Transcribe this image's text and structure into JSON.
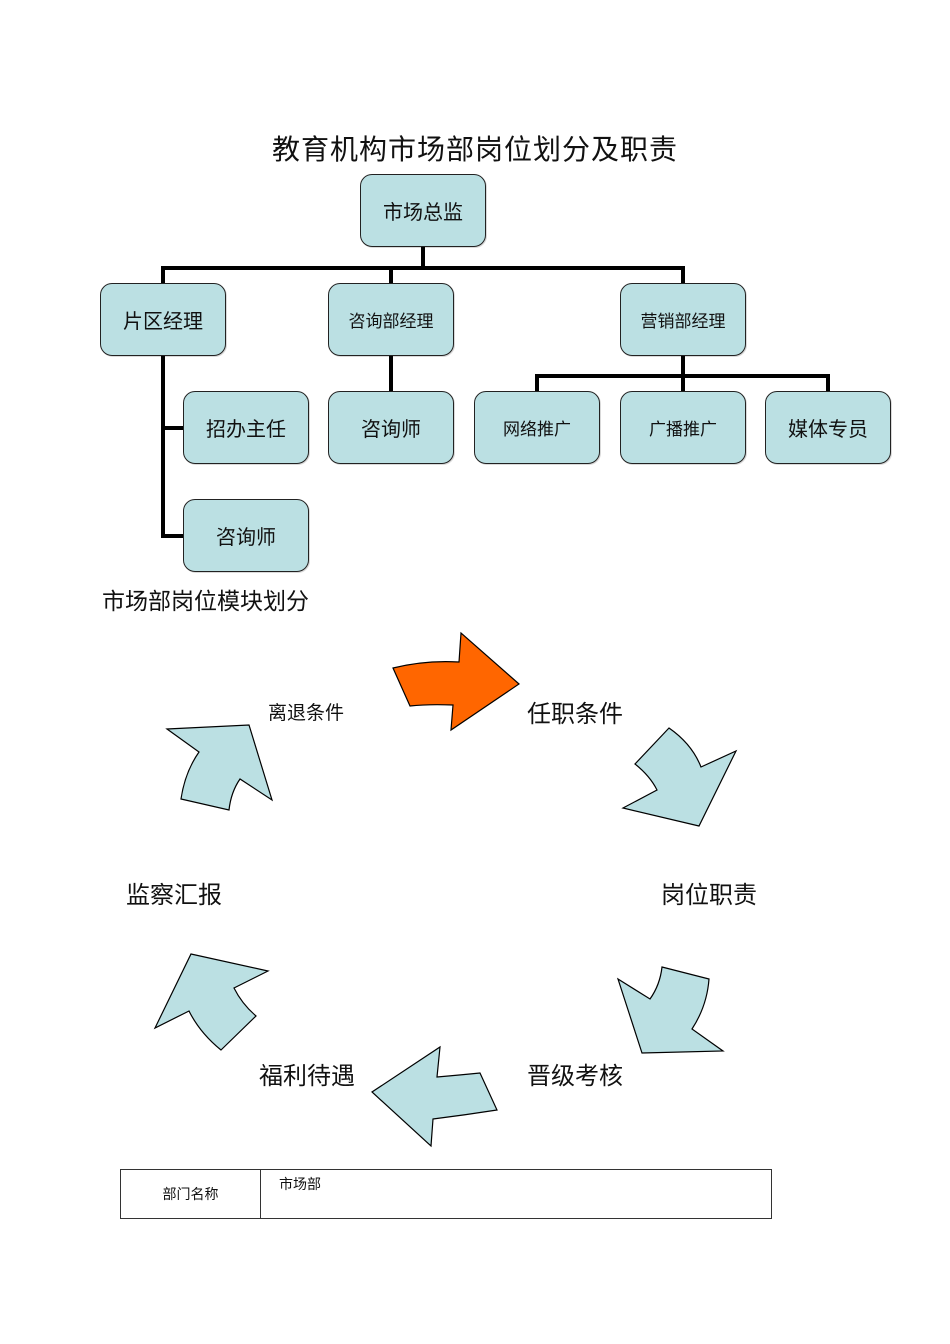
{
  "document": {
    "title": "教育机构市场部岗位划分及职责",
    "org_chart": {
      "root": "市场总监",
      "managers": [
        {
          "label": "片区经理",
          "children": [
            "招办主任",
            "咨询师"
          ]
        },
        {
          "label": "咨询部经理",
          "children": [
            "咨询师"
          ]
        },
        {
          "label": "营销部经理",
          "children": [
            "网络推广",
            "广播推广",
            "媒体专员"
          ]
        }
      ]
    },
    "section_title": "市场部岗位模块划分",
    "cycle": {
      "steps": [
        "任职条件",
        "岗位职责",
        "晋级考核",
        "福利待遇",
        "监察汇报",
        "离退条件"
      ],
      "highlighted_arrow": "离退条件 → 任职条件",
      "colors": {
        "highlight": "#ff6600",
        "normal": "#bbe0e3",
        "box": "#bbe0e3"
      }
    },
    "table": {
      "rows": [
        {
          "key": "部门名称",
          "value": "市场部"
        }
      ]
    }
  }
}
